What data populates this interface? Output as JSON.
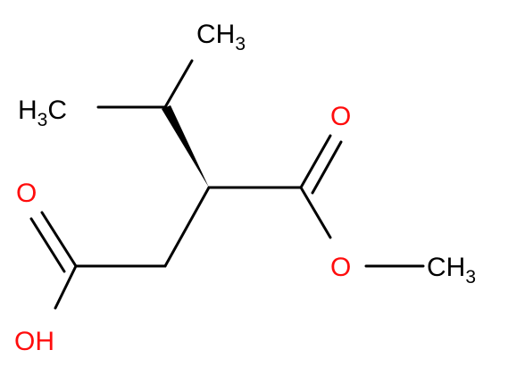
{
  "molecule": {
    "atoms": {
      "ch3_top": {
        "main": "CH",
        "sub": "3"
      },
      "h3c_left": {
        "pre": "H",
        "sub": "3",
        "post": "C"
      },
      "o_carbonyl_ester": "O",
      "o_carbonyl_acid": "O",
      "o_ether": "O",
      "ch3_methoxy": {
        "main": "CH",
        "sub": "3"
      },
      "oh_acid": "OH"
    },
    "colors": {
      "bond": "#000000",
      "carbon_label": "#000000",
      "oxygen_label": "#ff0d0d",
      "background": "#ffffff"
    }
  }
}
